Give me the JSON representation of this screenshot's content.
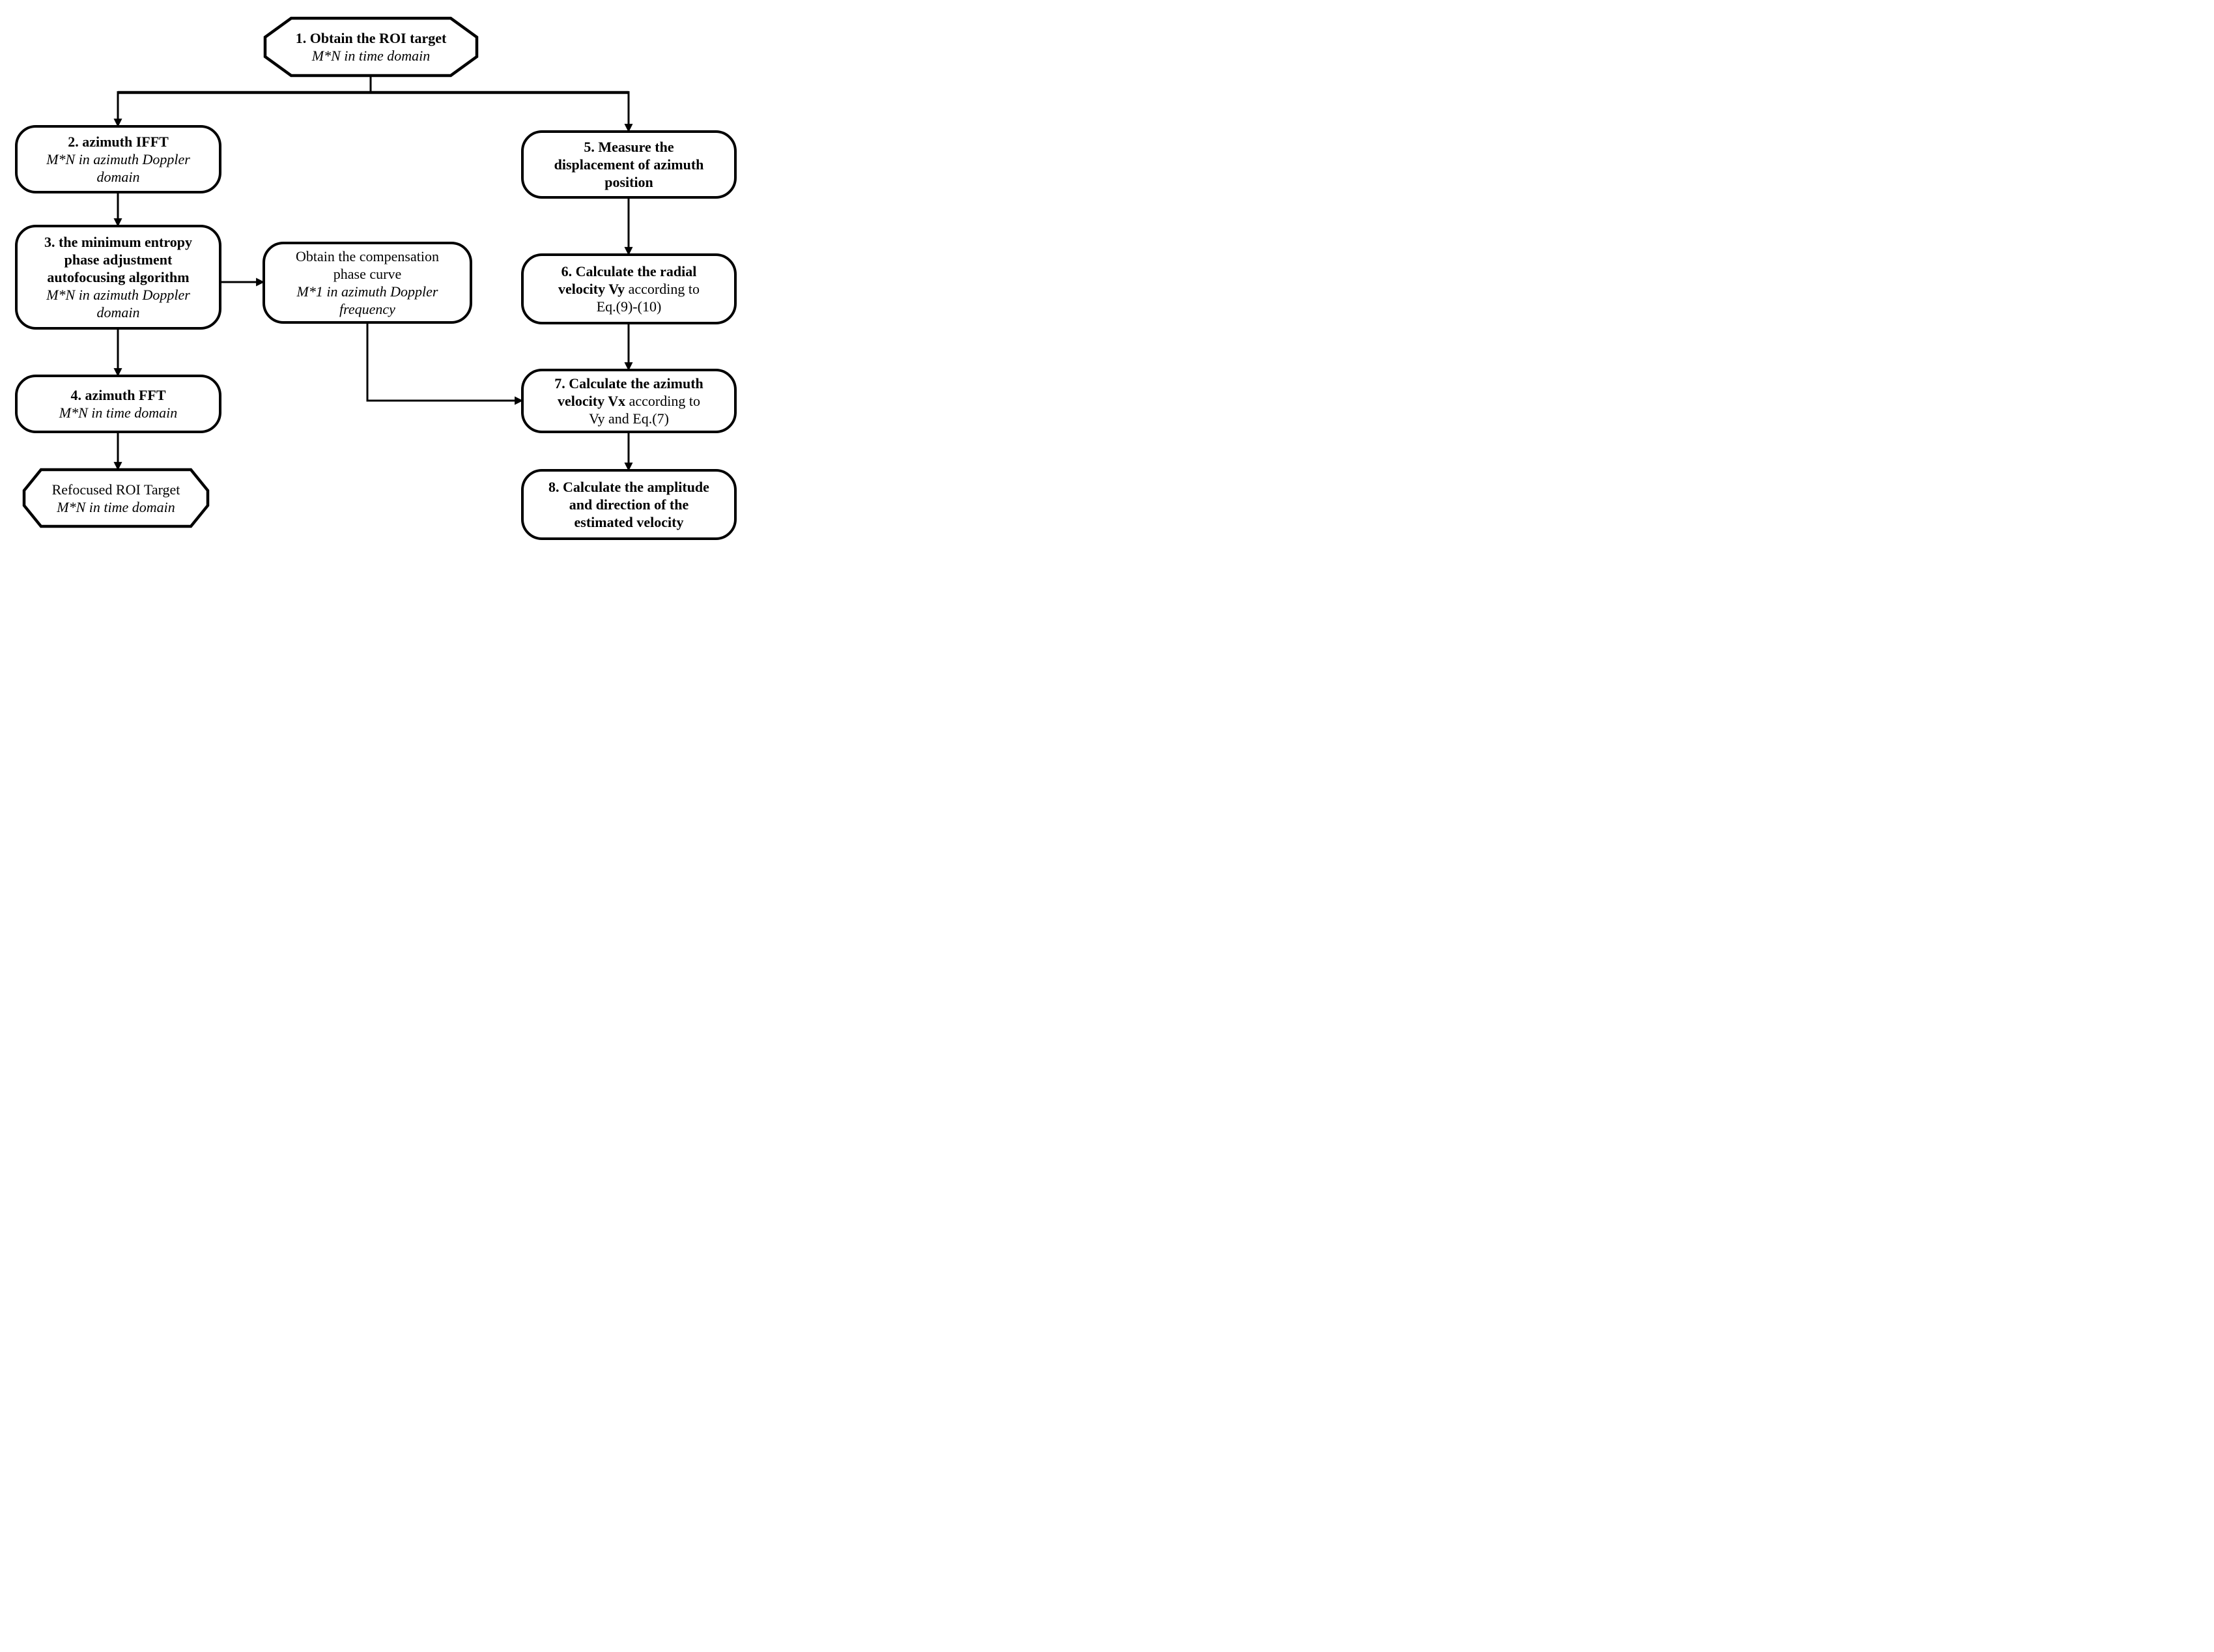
{
  "diagram": {
    "type": "flowchart",
    "colors": {
      "line": "#000000",
      "node_fill": "#ffffff",
      "text": "#000000",
      "background": "#ffffff"
    },
    "nodes": {
      "box1": {
        "shape": "octagon",
        "line1": "1. Obtain the ROI target",
        "line2": "M*N in time domain"
      },
      "box2": {
        "shape": "rounded-rectangle",
        "line1": "2. azimuth IFFT",
        "line2": "M*N in azimuth Doppler",
        "line3": "domain"
      },
      "box3": {
        "shape": "rounded-rectangle",
        "line1": "3. the minimum entropy",
        "line2": "phase adjustment",
        "line3": "autofocusing algorithm",
        "line4": "M*N in azimuth Doppler",
        "line5": "domain"
      },
      "box4": {
        "shape": "rounded-rectangle",
        "line1": "4. azimuth FFT",
        "line2": "M*N in time domain"
      },
      "oct2": {
        "shape": "octagon",
        "line1": "Refocused ROI Target",
        "line2": "M*N in time domain"
      },
      "boxC": {
        "shape": "rounded-rectangle",
        "line1": "Obtain the compensation",
        "line2": "phase curve",
        "line3": "M*1 in azimuth Doppler",
        "line4": "frequency"
      },
      "box5": {
        "shape": "rounded-rectangle",
        "line1": "5. Measure the",
        "line2": "displacement of azimuth",
        "line3": "position"
      },
      "box6": {
        "shape": "rounded-rectangle",
        "line1": "6. Calculate the radial",
        "line2_bold": "velocity Vy",
        "line2_rest": " according to",
        "line3": "Eq.(9)-(10)"
      },
      "box7": {
        "shape": "rounded-rectangle",
        "line1": "7. Calculate the azimuth",
        "line2_bold": "velocity Vx",
        "line2_rest": " according to",
        "line3": "Vy and Eq.(7)"
      },
      "box8": {
        "shape": "rounded-rectangle",
        "line1": "8. Calculate the amplitude",
        "line2": "and direction of the",
        "line3": "estimated velocity"
      }
    },
    "edges": [
      {
        "from": "box1",
        "to": "box2"
      },
      {
        "from": "box1",
        "to": "box5"
      },
      {
        "from": "box2",
        "to": "box3"
      },
      {
        "from": "box3",
        "to": "box4"
      },
      {
        "from": "box3",
        "to": "boxC"
      },
      {
        "from": "box4",
        "to": "oct2"
      },
      {
        "from": "boxC",
        "to": "box7"
      },
      {
        "from": "box5",
        "to": "box6"
      },
      {
        "from": "box6",
        "to": "box7"
      },
      {
        "from": "box7",
        "to": "box8"
      }
    ]
  }
}
